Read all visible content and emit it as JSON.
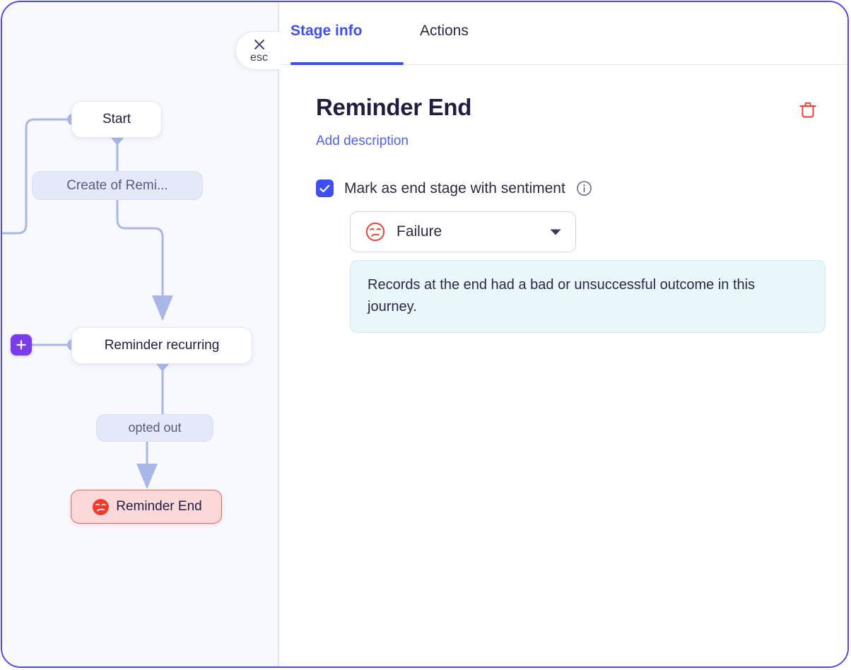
{
  "window": {
    "accent": "#4f46f5"
  },
  "canvas": {
    "background": "#f8f9fe",
    "add_button": {
      "name": "add-step-button",
      "label": "+",
      "color": "#7c3aed"
    },
    "esc_button": {
      "label": "esc",
      "icon": "close-icon"
    },
    "nodes": [
      {
        "id": "start",
        "label": "Start",
        "type": "card"
      },
      {
        "id": "create-of-reminder",
        "label": "Create of Remi...",
        "type": "chip"
      },
      {
        "id": "reminder-recurring",
        "label": "Reminder recurring",
        "type": "card"
      },
      {
        "id": "opted-out",
        "label": "opted out",
        "type": "chip"
      },
      {
        "id": "reminder-end",
        "label": "Reminder End",
        "type": "end",
        "sentiment": "failure",
        "color": "#f4675c"
      }
    ]
  },
  "panel": {
    "tabs": [
      {
        "id": "stage-info",
        "label": "Stage info",
        "active": true
      },
      {
        "id": "actions",
        "label": "Actions",
        "active": false
      }
    ],
    "title": "Reminder End",
    "add_description": "Add description",
    "delete_icon": "trash-icon",
    "sentiment": {
      "checkbox_checked": true,
      "checkbox_label": "Mark as end stage with sentiment",
      "info_icon": "info-icon",
      "selected_option": "Failure",
      "option_icon": "sad-face-icon",
      "description": "Records at the end had a bad or unsuccessful outcome in this journey."
    }
  }
}
